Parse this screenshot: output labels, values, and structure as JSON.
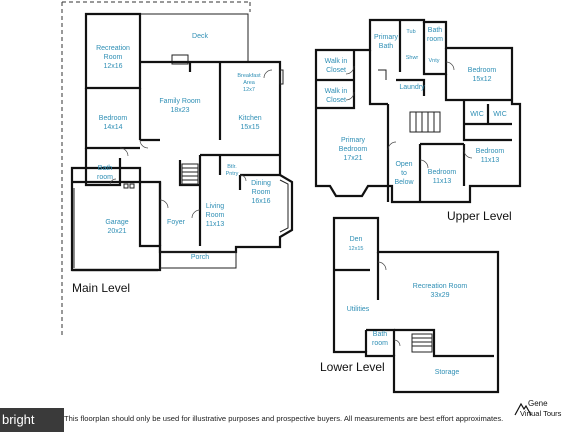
{
  "levels": {
    "main": "Main Level",
    "upper": "Upper Level",
    "lower": "Lower Level"
  },
  "main_rooms": {
    "deck": "Deck",
    "recreation_name": "Recreation",
    "recreation_name2": "Room",
    "recreation_dims": "12x16",
    "breakfast_name": "Breakfast",
    "breakfast_name2": "Area",
    "breakfast_dims": "12x7",
    "family_name": "Family Room",
    "family_dims": "18x23",
    "bedroom_name": "Bedroom",
    "bedroom_dims": "14x14",
    "kitchen_name": "Kitchen",
    "kitchen_dims": "15x15",
    "bath_name": "Bath",
    "bath_name2": "room",
    "btlr_name": "Btlr.",
    "btlr_name2": "Pntry",
    "dining_name": "Dining",
    "dining_name2": "Room",
    "dining_dims": "16x16",
    "garage_name": "Garage",
    "garage_dims": "20x21",
    "foyer_name": "Foyer",
    "living_name": "Living",
    "living_name2": "Room",
    "living_dims": "11x13",
    "porch_name": "Porch"
  },
  "upper_rooms": {
    "walkin1_name": "Walk in",
    "walkin1_name2": "Closet",
    "walkin2_name": "Walk in",
    "walkin2_name2": "Closet",
    "primary_bath_name": "Primary",
    "primary_bath_name2": "Bath",
    "tub": "Tub",
    "shwr": "Shwr",
    "vnty": "Vnty",
    "bath_name": "Bath",
    "bath_name2": "room",
    "bedroom1_name": "Bedroom",
    "bedroom1_dims": "15x12",
    "laundry": "Laundry",
    "primary_bed_name": "Primary",
    "primary_bed_name2": "Bedroom",
    "primary_bed_dims": "17x21",
    "wic1": "WIC",
    "wic2": "WIC",
    "bedroom2_name": "Bedroom",
    "bedroom2_dims": "11x13",
    "open_name": "Open",
    "open_name2": "to",
    "open_name3": "Below",
    "bedroom3_name": "Bedroom",
    "bedroom3_dims": "11x13"
  },
  "lower_rooms": {
    "den_name": "Den",
    "den_dims": "12x15",
    "rec_name": "Recreation Room",
    "rec_dims": "33x29",
    "utilities": "Utilities",
    "bath_name": "Bath",
    "bath_name2": "room",
    "storage": "Storage"
  },
  "footer": {
    "disclaimer": "This floorplan should only be used for illustrative purposes and prospective buyers. All measurements are best effort approximates.",
    "watermark": "bright",
    "logo_line1": "Gene",
    "logo_line2": "Virtual Tours"
  }
}
